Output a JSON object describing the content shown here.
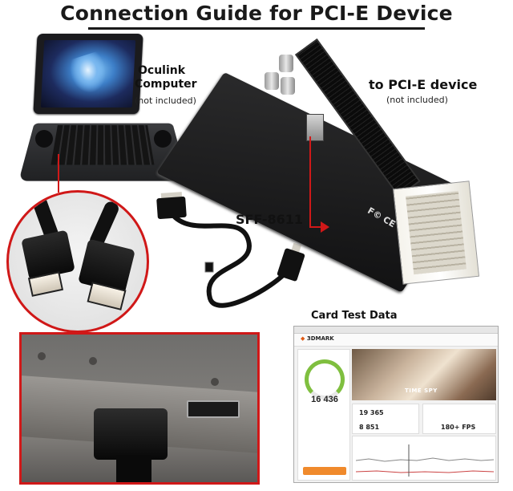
{
  "title": "Connection Guide for PCI-E Device",
  "computer": {
    "label_line1": "Oculink",
    "label_line2": "Computer",
    "note": "(not included)"
  },
  "device": {
    "label": "to PCI-E device",
    "note": "(not included)"
  },
  "cable": {
    "label": "SFF-8611"
  },
  "test": {
    "heading": "Card Test Data",
    "app_name": "3DMARK",
    "score": "16 436",
    "benchmark": "TIME SPY",
    "graphics_score": "19 365",
    "cpu_score": "8 851",
    "fps": "180+ FPS"
  },
  "colors": {
    "accent_red": "#d01818",
    "gauge_green": "#7fbf3f",
    "bench_orange": "#f08a2c"
  }
}
